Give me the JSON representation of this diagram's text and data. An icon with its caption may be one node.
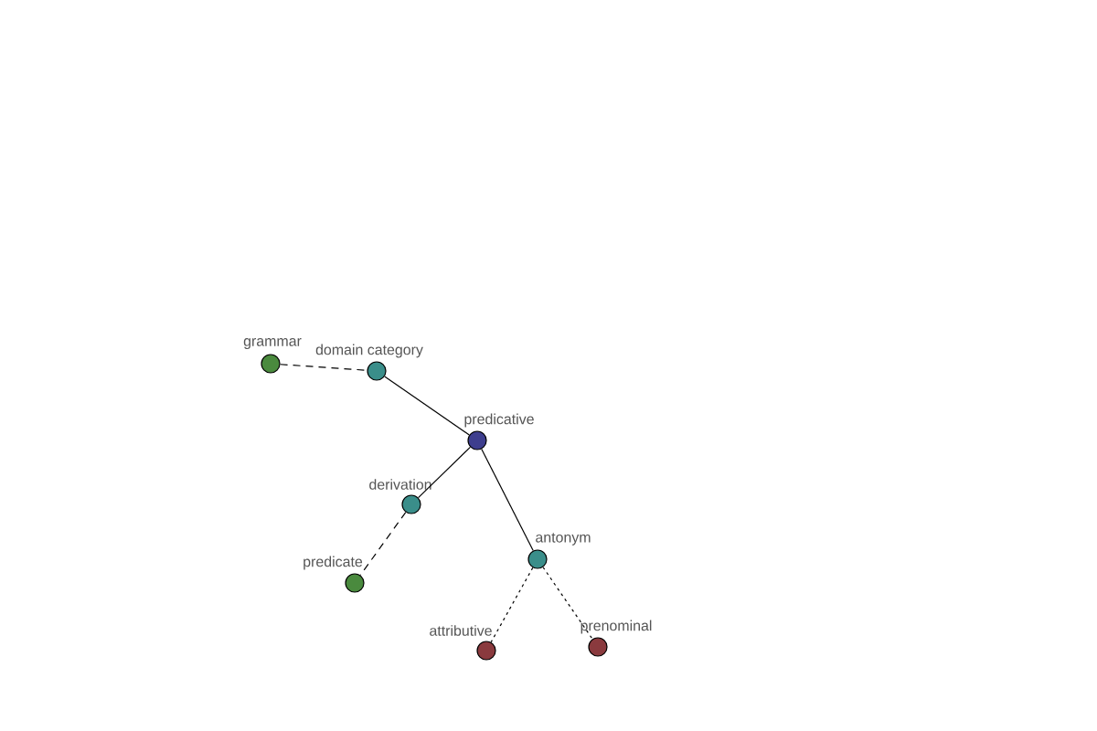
{
  "diagram": {
    "nodes": [
      {
        "text": [
          "grammar"
        ]
      },
      {
        "text": [
          "domain category"
        ]
      },
      {
        "text": [
          "predicative"
        ]
      },
      {
        "text": [
          "derivation"
        ]
      },
      {
        "text": [
          "predicate"
        ]
      },
      {
        "text": [
          "antonym"
        ]
      },
      {
        "text": [
          "attributive"
        ]
      },
      {
        "text": [
          "prenominal"
        ]
      }
    ],
    "edges": [
      {
        "from": 0,
        "to": 1,
        "arrow": "none",
        "style": "dashed"
      },
      {
        "from": 1,
        "to": 2,
        "arrow": "none"
      },
      {
        "from": 2,
        "to": 3,
        "arrow": "none"
      },
      {
        "from": 3,
        "to": 4,
        "arrow": "none",
        "style": "dashed"
      },
      {
        "from": 2,
        "to": 5,
        "arrow": "none"
      },
      {
        "from": 5,
        "to": 6,
        "arrow": "none",
        "style": "dashed"
      },
      {
        "from": 5,
        "to": 7,
        "arrow": "none",
        "style": "dashed"
      }
    ]
  }
}
